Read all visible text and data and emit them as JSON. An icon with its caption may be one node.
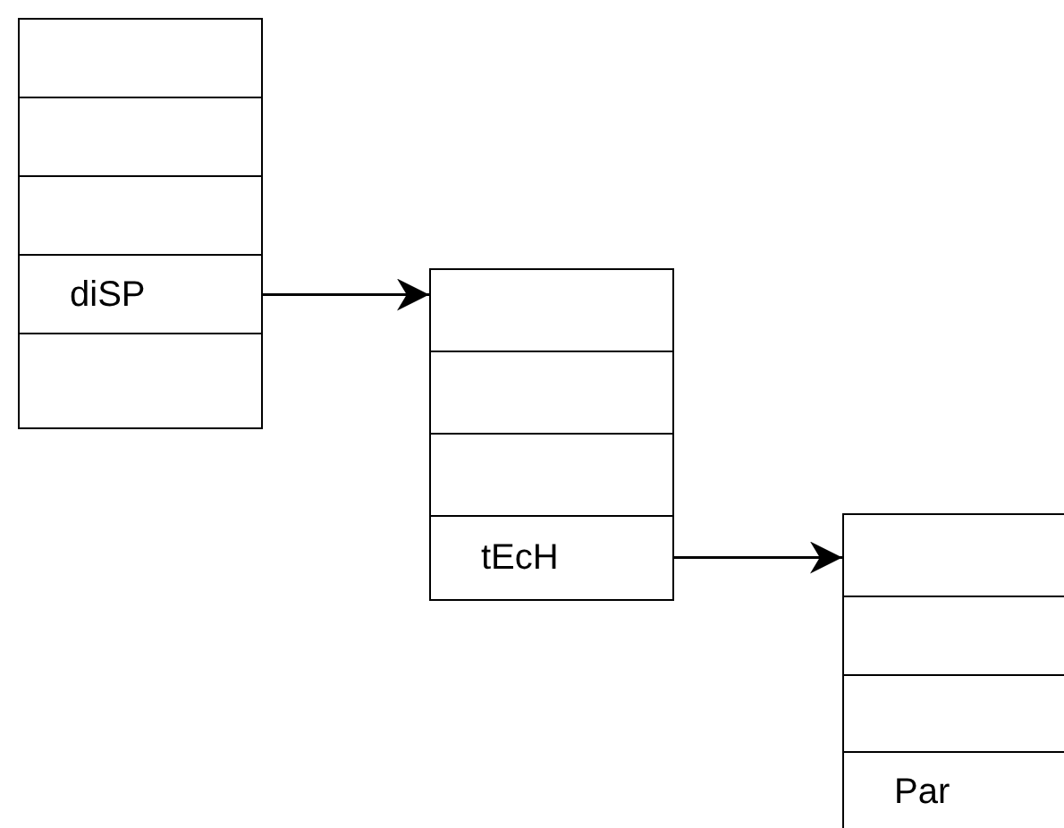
{
  "diagram": {
    "nodes": [
      {
        "text": [],
        "shape": "box"
      },
      {
        "text": [],
        "shape": "box"
      },
      {
        "text": [],
        "shape": "box"
      },
      {
        "text": [
          "diSP"
        ]
      },
      {
        "text": [],
        "shape": "box"
      },
      {
        "text": [],
        "shape": "box"
      },
      {
        "text": [],
        "shape": "box"
      },
      {
        "text": [],
        "shape": "box"
      },
      {
        "text": [
          "tEcH"
        ]
      },
      {
        "text": [],
        "shape": "box"
      },
      {
        "text": [],
        "shape": "box"
      },
      {
        "text": [],
        "shape": "box"
      },
      {
        "text": [
          "Par"
        ]
      }
    ],
    "edges": [
      {
        "from": 3,
        "to": 5,
        "arrow": "to"
      },
      {
        "from": 8,
        "to": 9,
        "arrow": "to"
      }
    ]
  }
}
